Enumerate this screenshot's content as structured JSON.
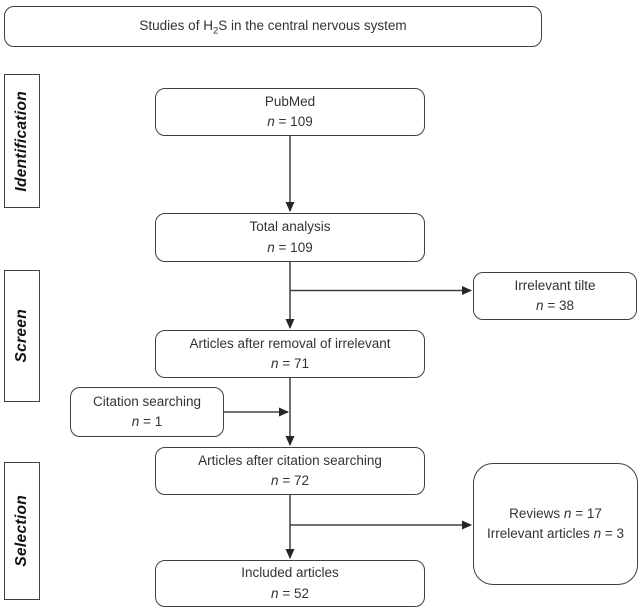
{
  "title": {
    "part1": "Studies of H",
    "sub": "2",
    "part2": "S in the central nervous system"
  },
  "stage_labels": {
    "identification": "Identification",
    "screen": "Screen",
    "selection": "Selection"
  },
  "nodes": {
    "pubmed": {
      "label": "PubMed",
      "n": "n",
      "eq": "= 109"
    },
    "total_analysis": {
      "label": "Total analysis",
      "n": "n",
      "eq": "= 109"
    },
    "irrelevant_title": {
      "label": "Irrelevant tilte",
      "n": "n",
      "eq": "= 38"
    },
    "after_removal": {
      "label": "Articles after removal of irrelevant",
      "n": "n",
      "eq": "= 71"
    },
    "citation_searching": {
      "label": "Citation searching",
      "n": "n",
      "eq": "= 1"
    },
    "after_citation": {
      "label": "Articles after citation searching",
      "n": "n",
      "eq": "= 72"
    },
    "exclusions": {
      "line1": {
        "before": "Reviews ",
        "n": "n",
        "after": " = 17"
      },
      "line2": {
        "before": "Irrelevant articles ",
        "n": "n",
        "after": " = 3"
      }
    },
    "included": {
      "label": "Included articles",
      "n": "n",
      "eq": "= 52"
    }
  },
  "colors": {
    "border": "#404040",
    "text": "#333333",
    "background": "#ffffff"
  }
}
